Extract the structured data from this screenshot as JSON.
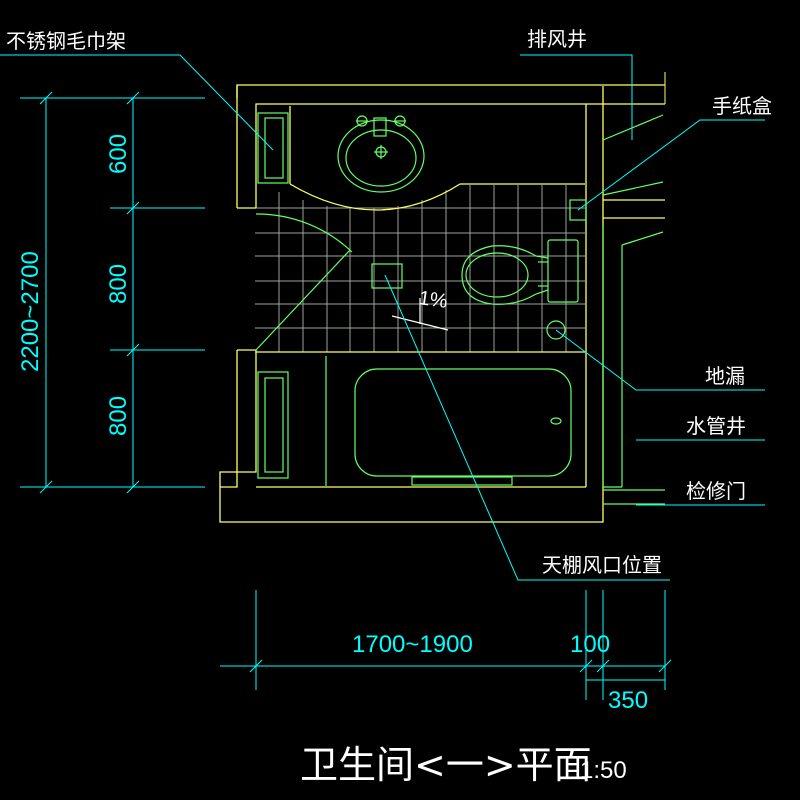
{
  "labels": {
    "towel_rack": "不锈钢毛巾架",
    "exhaust_shaft": "排风井",
    "tissue_box": "手纸盒",
    "floor_drain": "地漏",
    "pipe_shaft": "水管井",
    "access_door": "检修门",
    "ceiling_vent": "天棚风口位置",
    "slope": "1%"
  },
  "dimensions": {
    "total_height": "2200~2700",
    "seg_top": "600",
    "seg_mid": "800",
    "seg_bottom": "800",
    "width_main": "1700~1900",
    "width_wall": "100",
    "width_shaft": "350"
  },
  "title": {
    "main": "卫生间<一>平面",
    "scale": "1:50"
  },
  "colors": {
    "wall": "#ffff66",
    "fixture": "#66ff66",
    "grid": "#9aa59a",
    "leader": "#00ffff",
    "text": "#ffffff"
  }
}
